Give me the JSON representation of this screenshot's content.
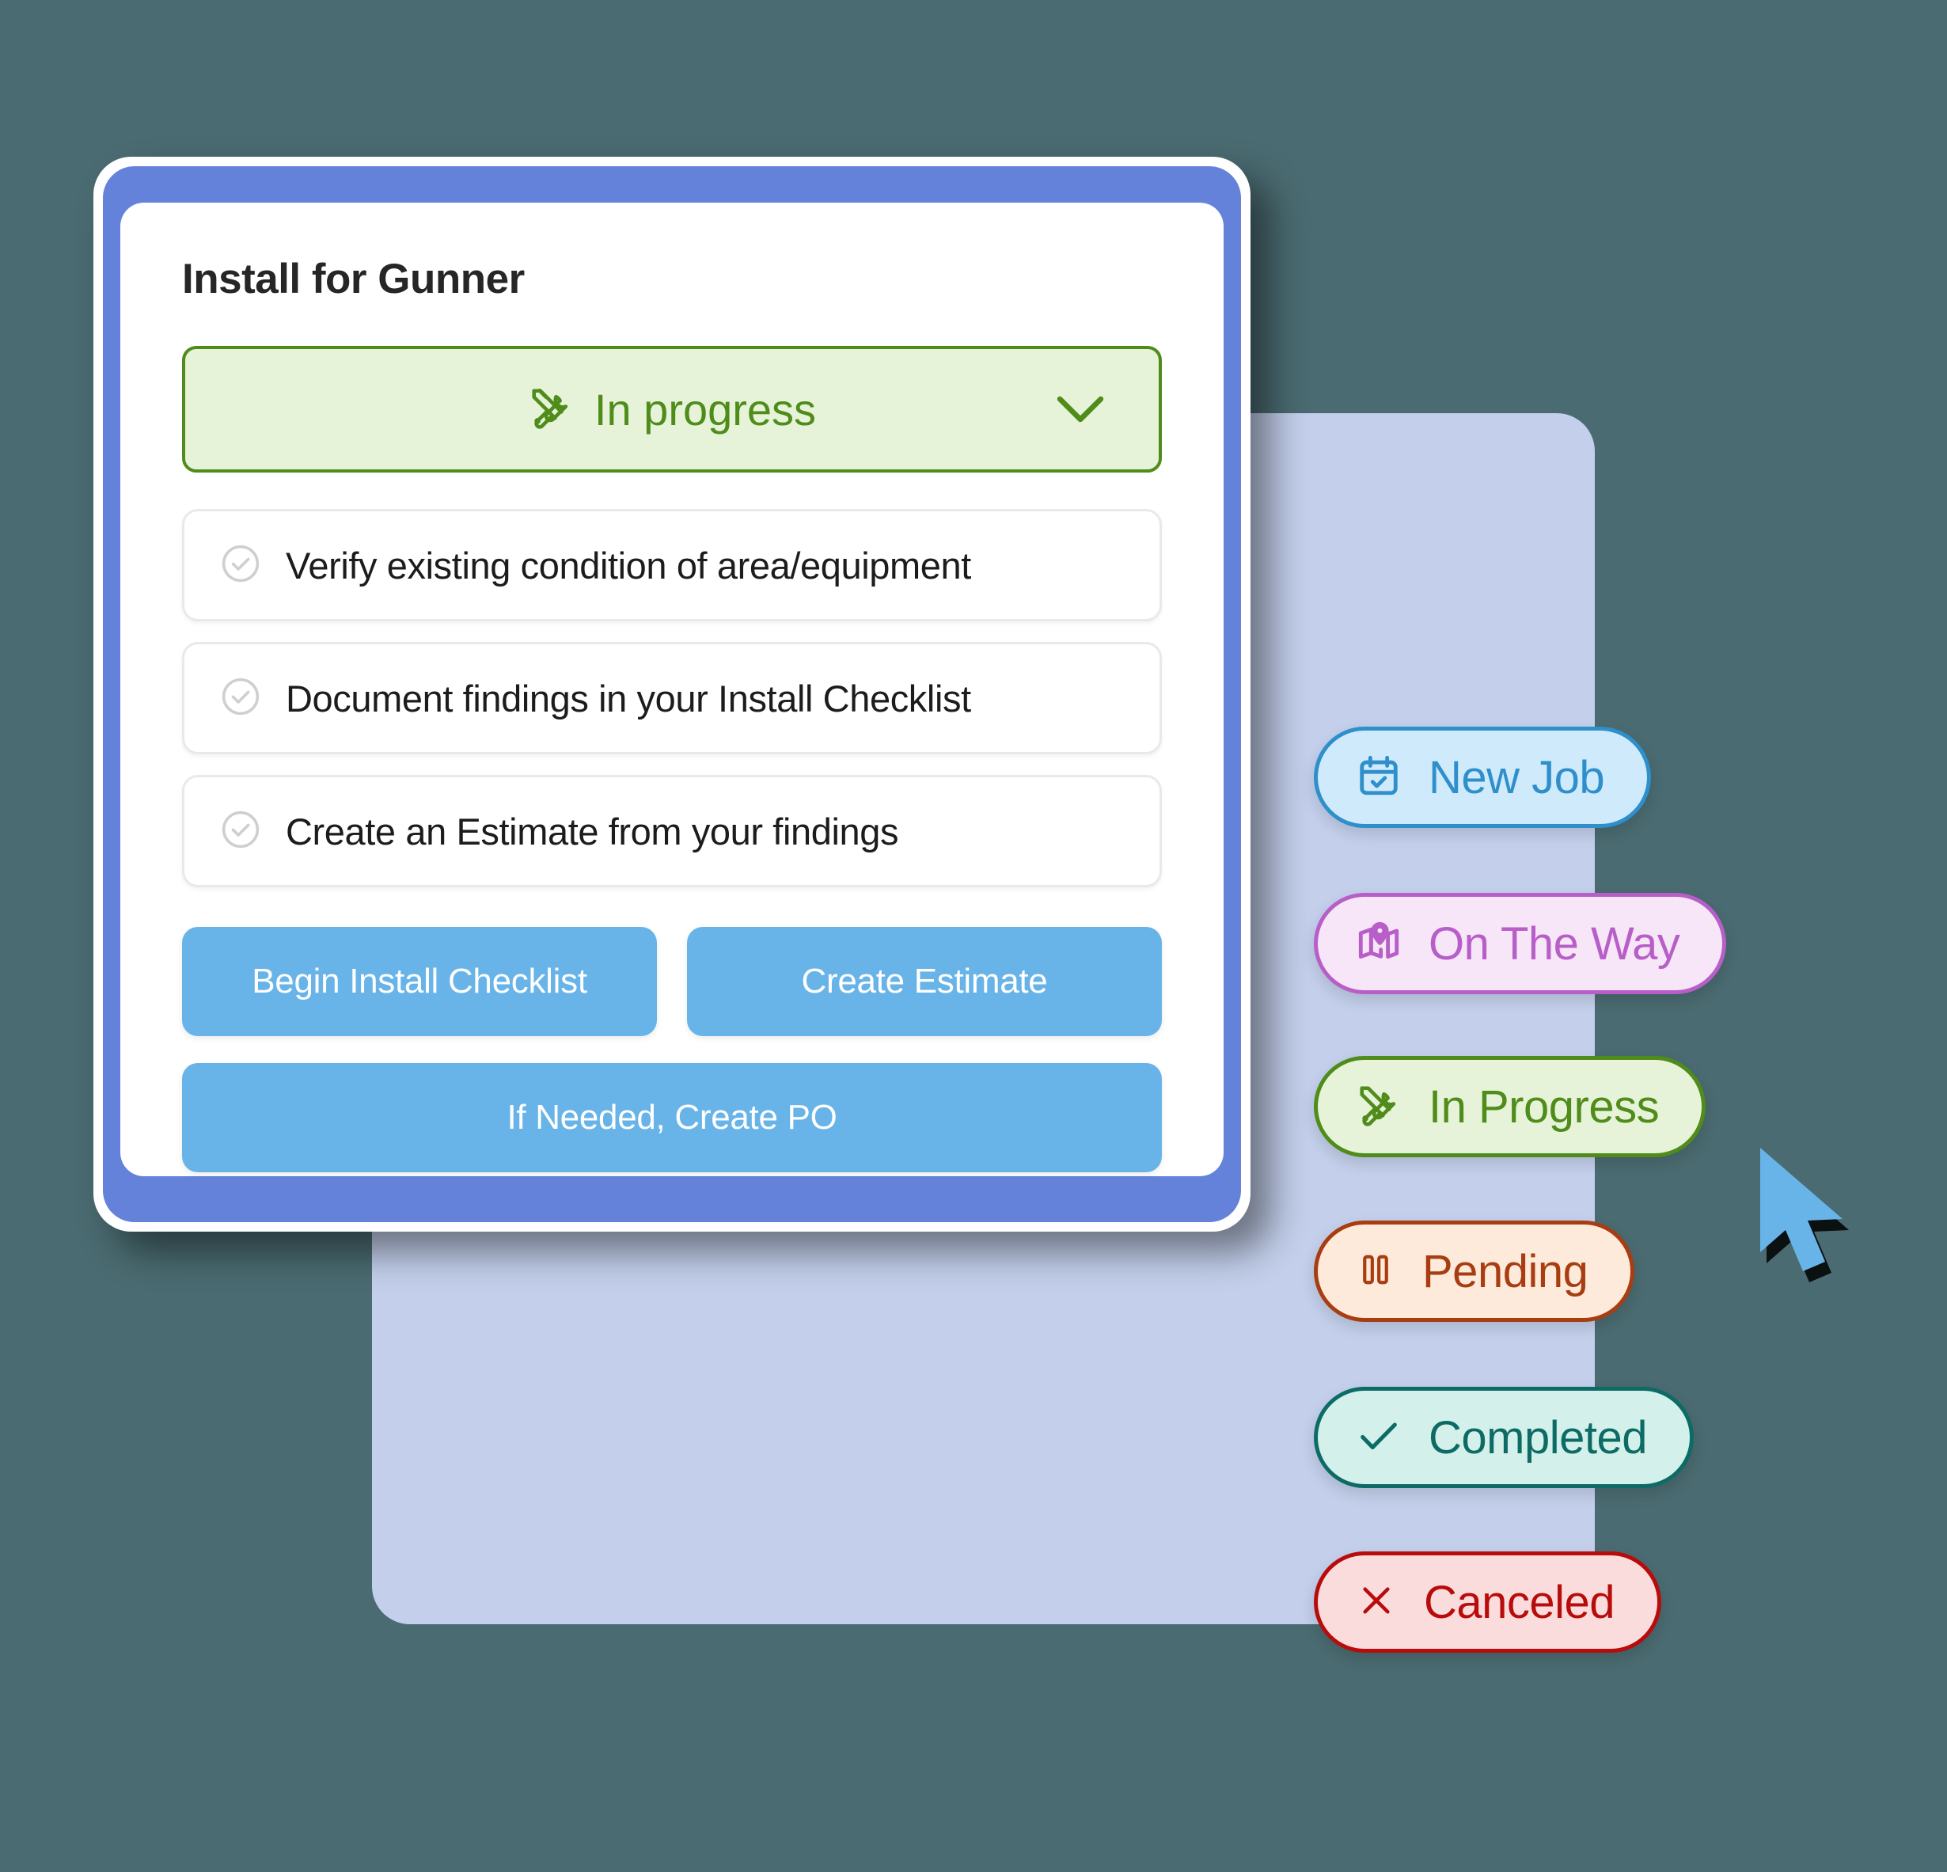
{
  "theme": {
    "page_background": "#4a6b71",
    "back_panel": "#c3cfeb",
    "modal_frame": "#6482da",
    "modal_body": "#ffffff",
    "button_blue": "#68b4e8",
    "status_green_text": "#4f8c1a",
    "status_green_bg": "#e6f3d9"
  },
  "modal": {
    "title": "Install for Gunner",
    "status_select": {
      "icon": "tools-icon",
      "value": "In progress",
      "chevron": "chevron-down-icon"
    },
    "checklist": [
      {
        "icon": "circle-check-icon",
        "label": "Verify existing condition of area/equipment"
      },
      {
        "icon": "circle-check-icon",
        "label": "Document findings in your Install Checklist"
      },
      {
        "icon": "circle-check-icon",
        "label": "Create an Estimate from your findings"
      }
    ],
    "buttons": {
      "begin_install_checklist": "Begin Install Checklist",
      "create_estimate": "Create Estimate",
      "create_po": "If Needed, Create PO"
    }
  },
  "status_pills": [
    {
      "label": "New Job",
      "icon": "calendar-check-icon",
      "color": "#2e8fcb",
      "background": "#cfeafb"
    },
    {
      "label": "On The Way",
      "icon": "map-pin-icon",
      "color": "#b85ec8",
      "background": "#f6e6f7"
    },
    {
      "label": "In Progress",
      "icon": "tools-icon",
      "color": "#4f8c1a",
      "background": "#e6f3d9"
    },
    {
      "label": "Pending",
      "icon": "pause-icon",
      "color": "#a83d12",
      "background": "#fdeada"
    },
    {
      "label": "Completed",
      "icon": "check-icon",
      "color": "#0d6b66",
      "background": "#d4f0ea"
    },
    {
      "label": "Canceled",
      "icon": "close-x-icon",
      "color": "#b80c0c",
      "background": "#fbdcdc"
    }
  ],
  "cursor": {
    "icon": "mouse-pointer-icon",
    "color": "#68b4e8"
  }
}
